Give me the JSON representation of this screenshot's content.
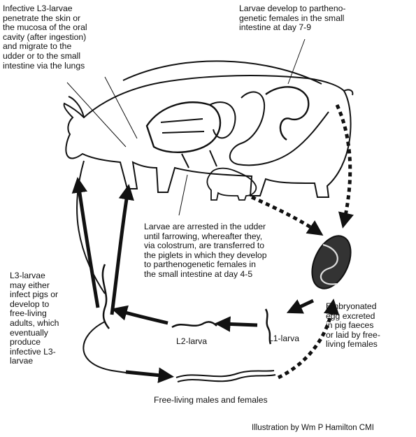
{
  "labels": {
    "infection": "Infective L3-larvae\npenetrate the skin or\nthe mucosa of the oral\ncavity (after ingestion)\nand migrate to the\nudder or to the small\nintestine via the lungs",
    "develop": "Larvae develop to partheno-\ngenetic females in the small\nintestine at day 7-9",
    "arrested": "Larvae are arrested in the udder\nuntil farrowing, whereafter they,\nvia colostrum, are transferred to\nthe piglets in which they develop\nto parthenogenetic females in\nthe small intestine at day 4-5",
    "l3": "L3-larvae\nmay either\ninfect pigs or\ndevelop to\nfree-living\nadults, which\neventually\nproduce\ninfective L3-\nlarvae",
    "egg": "Embryonated\negg excreted\nin pig faeces\nor laid by free-\nliving females",
    "l2": "L2-larva",
    "l1": "L1-larva",
    "freeliving": "Free-living males and females",
    "credit": "Illustration by Wm P Hamilton CMI"
  },
  "icons": [
    "pig-icon",
    "piglet-icon",
    "egg-icon",
    "larva-icon",
    "worm-icon",
    "arrow-icon"
  ]
}
